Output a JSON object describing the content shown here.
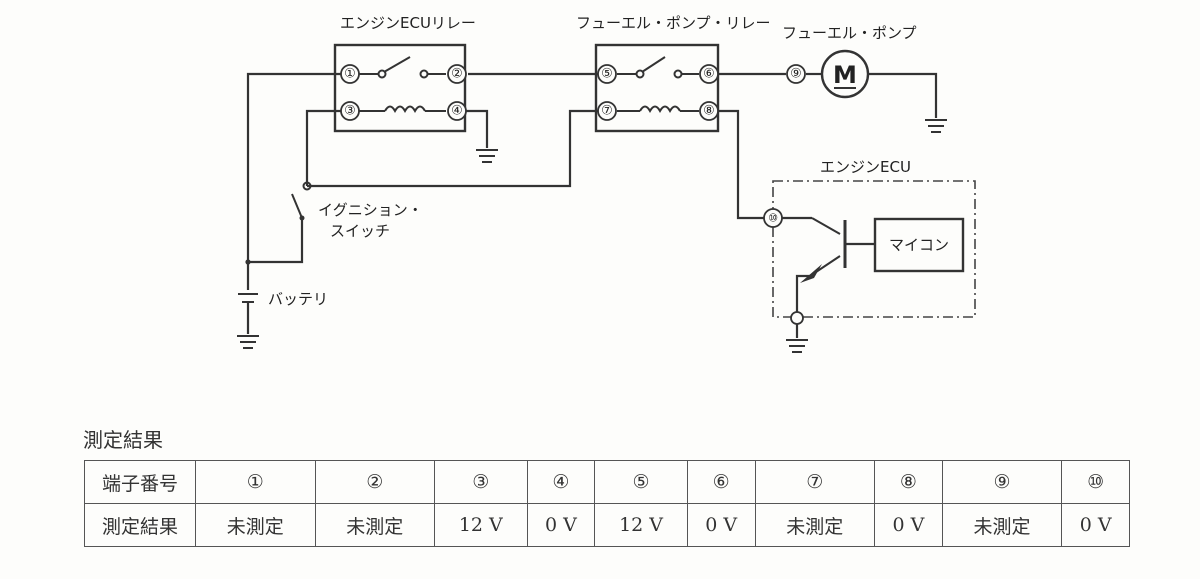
{
  "diagram": {
    "labels": {
      "ecu_relay": "エンジンECUリレー",
      "pump_relay": "フューエル・ポンプ・リレー",
      "pump": "フューエル・ポンプ",
      "motor": "M",
      "ignition_1": "イグニション・",
      "ignition_2": "スイッチ",
      "battery": "バッテリ",
      "ecu": "エンジンECU",
      "micon": "マイコン"
    },
    "terminals": [
      "①",
      "②",
      "③",
      "④",
      "⑤",
      "⑥",
      "⑦",
      "⑧",
      "⑨",
      "⑩"
    ]
  },
  "results": {
    "caption": "測定結果",
    "row_header_terminal": "端子番号",
    "row_header_result": "測定結果",
    "terminals": [
      "①",
      "②",
      "③",
      "④",
      "⑤",
      "⑥",
      "⑦",
      "⑧",
      "⑨",
      "⑩"
    ],
    "values": [
      "未測定",
      "未測定",
      "12 V",
      "0 V",
      "12 V",
      "0 V",
      "未測定",
      "0 V",
      "未測定",
      "0 V"
    ]
  }
}
